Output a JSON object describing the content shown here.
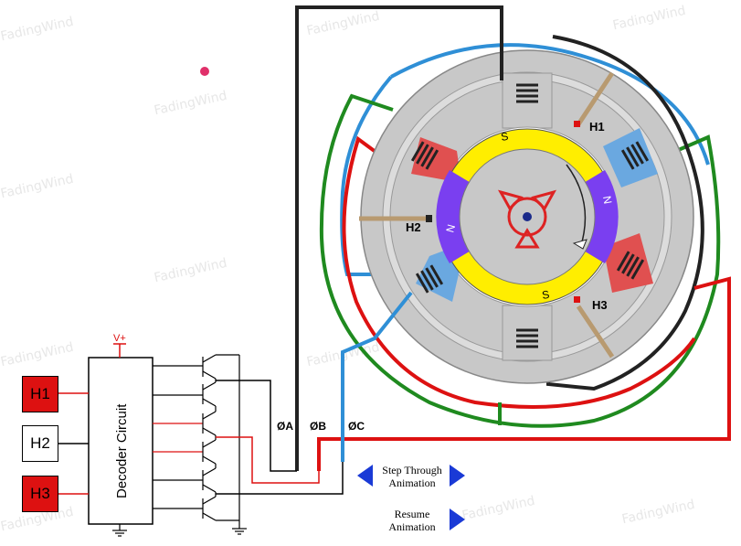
{
  "watermark": "FadingWind",
  "colors": {
    "red": "#dd1111",
    "blue": "#2f8fd6",
    "green": "#1f8a1f",
    "black": "#222222",
    "stator": "#c8c8c8",
    "yellow": "#ffee00",
    "purple": "#7a3ff0",
    "coil_red": "#e05050",
    "coil_blue": "#6aa8e0",
    "highlight": "#dd2222",
    "nav_arrow": "#1a3ad6",
    "dot": "#e0306a"
  },
  "decoder": {
    "label": "Decoder Circuit",
    "supply": "V+"
  },
  "hall_inputs": [
    {
      "label": "H1",
      "active": true
    },
    {
      "label": "H2",
      "active": false
    },
    {
      "label": "H3",
      "active": true
    }
  ],
  "phases": {
    "a": "ØA",
    "b": "ØB",
    "c": "ØC"
  },
  "sensors": {
    "h1": "H1",
    "h2": "H2",
    "h3": "H3"
  },
  "magnet_poles": {
    "top": "S",
    "bottom": "S",
    "left": "N",
    "right": "N"
  },
  "controls": {
    "step_line1": "Step Through",
    "step_line2": "Animation",
    "resume_line1": "Resume",
    "resume_line2": "Animation"
  }
}
